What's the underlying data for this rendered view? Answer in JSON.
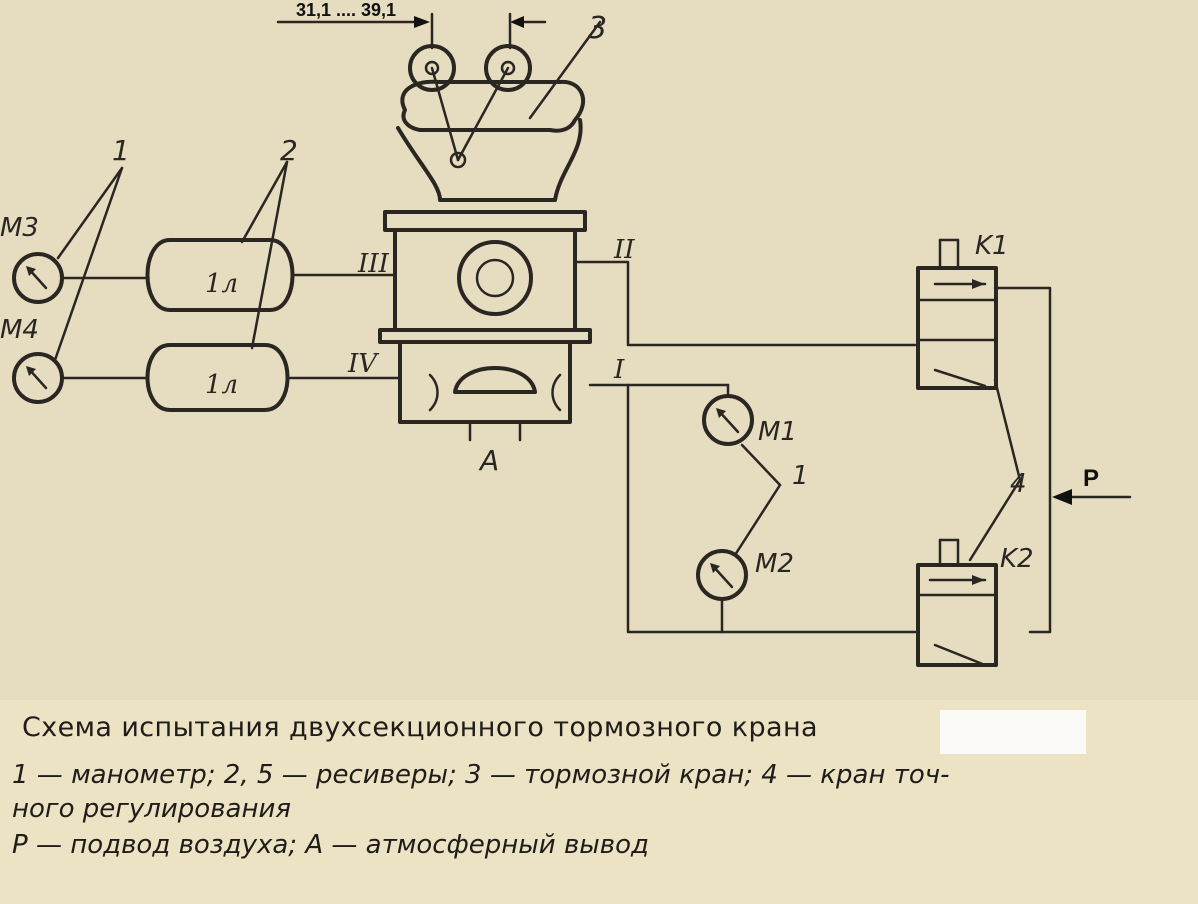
{
  "dimension": {
    "label": "31,1 .... 39,1"
  },
  "numbers": {
    "n1": "1",
    "n2": "2",
    "n3": "3",
    "n1b": "1",
    "n4": "4"
  },
  "gauges": {
    "m1": "M1",
    "m2": "M2",
    "m3": "M3",
    "m4": "M4"
  },
  "receivers": {
    "r1": "1л",
    "r2": "1л"
  },
  "ports": {
    "p1": "I",
    "p2": "II",
    "p3": "III",
    "p4": "IV"
  },
  "valves": {
    "k1": "K1",
    "k2": "K2"
  },
  "supply_label": "P",
  "atm_label": "A",
  "caption": {
    "title": "Схема испытания двухсекционного тормозного крана",
    "line1": "1 — манометр;  2, 5 — ресиверы;  3 — тормозной кран;  4 — кран точ-",
    "line2": "ного регулирования",
    "line3": "P — подвод воздуха; A — атмосферный вывод"
  }
}
